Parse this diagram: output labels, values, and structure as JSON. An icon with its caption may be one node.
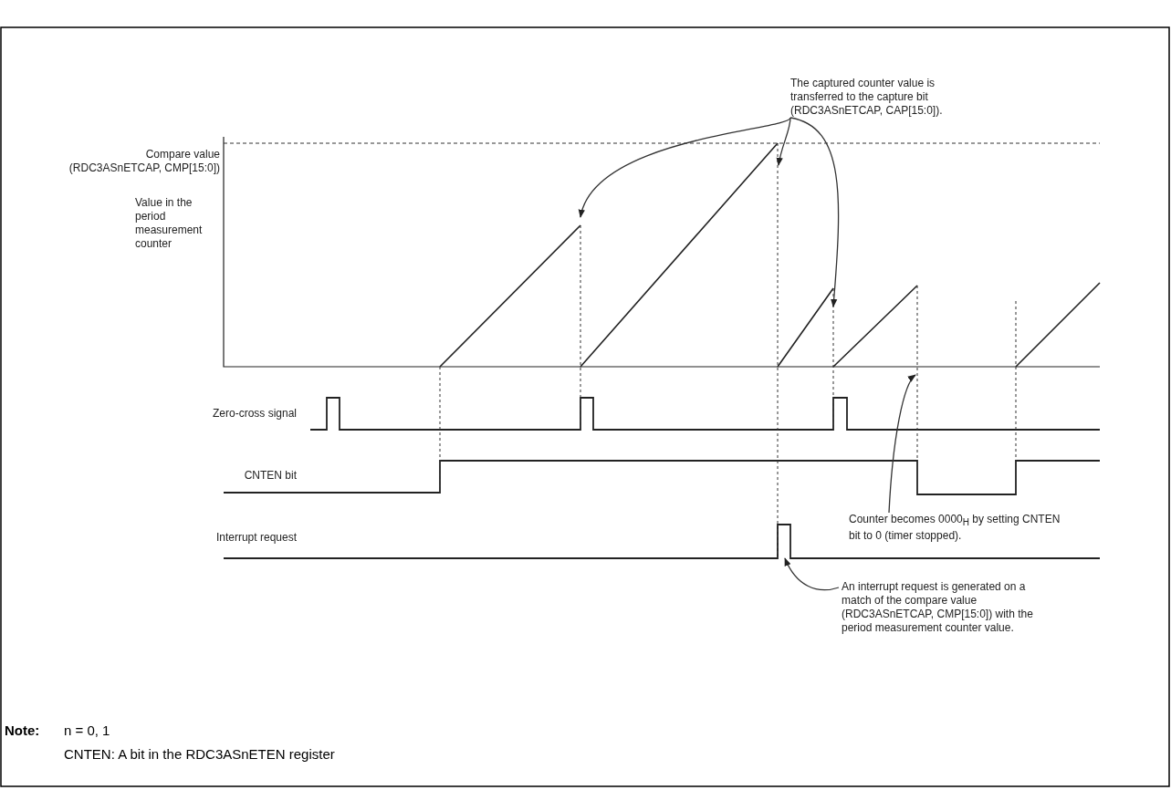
{
  "diagram": {
    "nodes": [
      {
        "text": [
          "The captured counter value is transferred to the capture bit (RDC3ASnETCAP, CAP[15:0])."
        ]
      },
      {
        "text": [
          "Counter becomes 0000$_{H}$ by setting CNTEN bit to 0 (timer stopped)."
        ]
      },
      {
        "text": [
          "An interrupt request is generated on a match of the compare value (RDC3ASnETCAP, CMP[15:0]) with the period measurement counter value."
        ]
      },
      {
        "text": [],
        "shape": "pulse"
      }
    ],
    "edges": [
      {
        "from": 0,
        "to": null,
        "arrow": "to"
      },
      {
        "from": 0,
        "to": null,
        "arrow": "to"
      },
      {
        "from": 0,
        "to": null,
        "arrow": "to"
      },
      {
        "from": 1,
        "to": null,
        "arrow": "to"
      },
      {
        "from": 2,
        "to": 3,
        "arrow": "to"
      }
    ],
    "labels": [
      "Compare value (RDC3ASnETCAP, CMP[15:0])",
      "Value in the period measurement counter",
      "Zero-cross signal",
      "CNTEN bit",
      "Interrupt request",
      "Note:",
      "n = 0, 1",
      "CNTEN: A bit in the RDC3ASnETEN register"
    ]
  }
}
